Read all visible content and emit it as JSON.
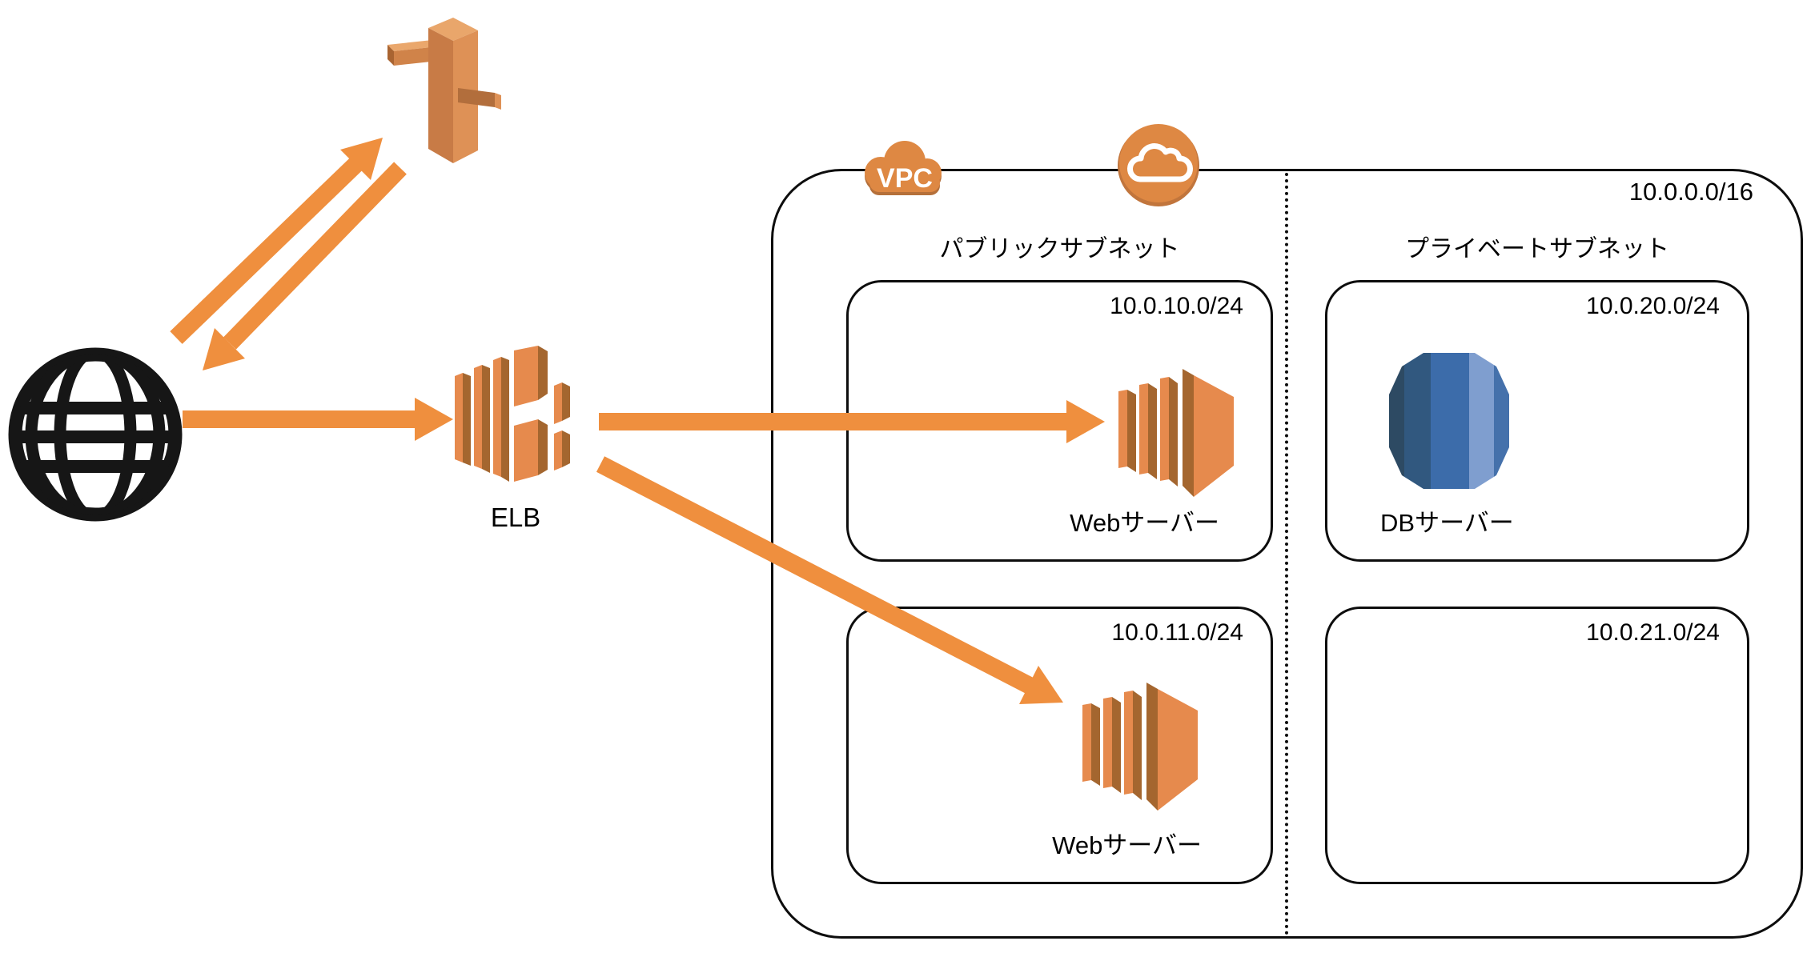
{
  "vpc": {
    "badge": "VPC",
    "cidr": "10.0.0.0/16"
  },
  "columns": {
    "public_title": "パブリックサブネット",
    "private_title": "プライベートサブネット"
  },
  "elb": {
    "label": "ELB"
  },
  "subnets": [
    {
      "id": "public-1",
      "cidr": "10.0.10.0/24",
      "server": "Webサーバー"
    },
    {
      "id": "public-2",
      "cidr": "10.0.11.0/24",
      "server": "Webサーバー"
    },
    {
      "id": "private-1",
      "cidr": "10.0.20.0/24",
      "server": "DBサーバー"
    },
    {
      "id": "private-2",
      "cidr": "10.0.21.0/24",
      "server": ""
    }
  ],
  "icons": {
    "internet": "globe-icon",
    "dns": "route53-icon",
    "load_balancer": "elb-icon",
    "web_server": "ec2-instance-icon",
    "db_server": "rds-db-instance-icon",
    "vpc_badge": "vpc-cloud-badge",
    "aws_cloud": "cloud-icon"
  },
  "colors": {
    "arrow_orange": "#EF8F3E",
    "aws_orange_light": "#E68A4D",
    "aws_orange_dark": "#A4662F",
    "badge_orange": "#DE8843",
    "badge_shadow": "#B5703A",
    "db_blues": [
      "#2D4A63",
      "#31587F",
      "#3C6CAA",
      "#7F9ECF",
      "#4571AB"
    ],
    "line_black": "#0D0D0D",
    "text_black": "#000000"
  }
}
